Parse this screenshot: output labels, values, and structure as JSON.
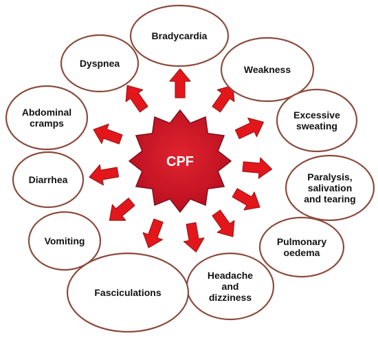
{
  "center": {
    "label": "CPF"
  },
  "nodes": [
    {
      "id": "bradycardia",
      "lines": [
        "Bradycardia"
      ]
    },
    {
      "id": "weakness",
      "lines": [
        "Weakness"
      ]
    },
    {
      "id": "excessive-sweating",
      "lines": [
        "Excessive",
        "sweating"
      ]
    },
    {
      "id": "paralysis",
      "lines": [
        "Paralysis,",
        "salivation",
        "and tearing"
      ]
    },
    {
      "id": "pulmonary-oedema",
      "lines": [
        "Pulmonary",
        "oedema"
      ]
    },
    {
      "id": "headache",
      "lines": [
        "Headache",
        "and",
        "dizziness"
      ]
    },
    {
      "id": "fasciculations",
      "lines": [
        "Fasciculations"
      ]
    },
    {
      "id": "vomiting",
      "lines": [
        "Vomiting"
      ]
    },
    {
      "id": "diarrhea",
      "lines": [
        "Diarrhea"
      ]
    },
    {
      "id": "abdominal-cramps",
      "lines": [
        "Abdominal",
        "cramps"
      ]
    },
    {
      "id": "dyspnea",
      "lines": [
        "Dyspnea"
      ]
    }
  ],
  "colors": {
    "ellipse_stroke": "#8b4a3c",
    "ellipse_fill": "#ffffff",
    "center_fill": "#c8102e",
    "center_stroke": "#7a1020",
    "arrow_fill": "#e3161b",
    "arrow_stroke": "#9e1a1a",
    "text": "#111111"
  }
}
